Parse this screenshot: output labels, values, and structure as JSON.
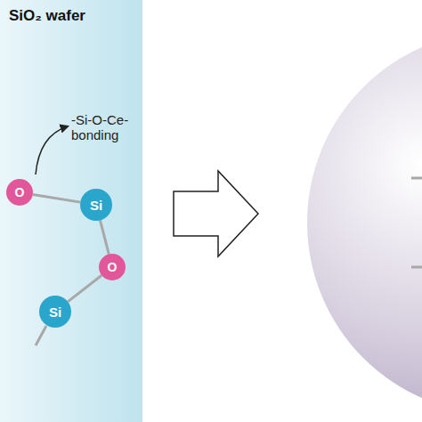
{
  "diagram": {
    "nodes": [
      {
        "text": [
          "SiO₂ wafer"
        ]
      },
      {
        "text": [
          "O"
        ],
        "in": 0
      },
      {
        "text": [
          "Si"
        ],
        "in": 0
      },
      {
        "text": [
          "O"
        ],
        "in": 0
      },
      {
        "text": [
          "Si"
        ],
        "in": 0
      }
    ],
    "edges": [
      {
        "from": 1,
        "to": 2,
        "arrow": "none"
      },
      {
        "from": 2,
        "to": 3,
        "arrow": "none"
      },
      {
        "from": 3,
        "to": 4,
        "arrow": "none"
      }
    ],
    "labels": [
      "-Si-O-Ce- bonding"
    ]
  }
}
